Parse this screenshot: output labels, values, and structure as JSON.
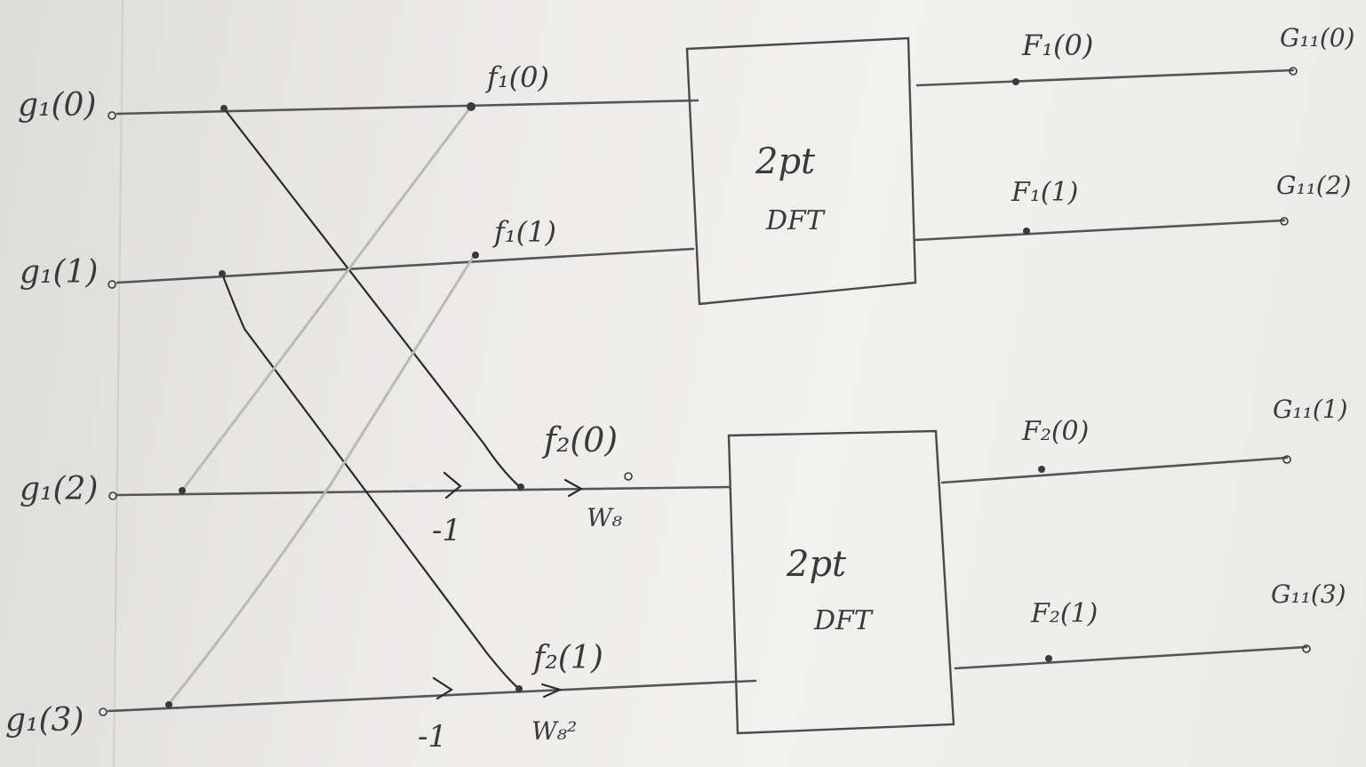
{
  "inputs": [
    "g₁(0)",
    "g₁(1)",
    "g₁(2)",
    "g₁(3)"
  ],
  "intermediate": {
    "f1_0": "f₁(0)",
    "f1_1": "f₁(1)",
    "f2_0": "f₂(0)",
    "f2_1": "f₂(1)"
  },
  "multipliers": {
    "minus_one_a": "-1",
    "minus_one_b": "-1",
    "twiddle_a": "W₈",
    "twiddle_b": "W₈²"
  },
  "dft_blocks": [
    {
      "line1": "2pt",
      "line2": "DFT"
    },
    {
      "line1": "2pt",
      "line2": "DFT"
    }
  ],
  "dft_outputs": [
    "F₁(0)",
    "F₁(1)",
    "F₂(0)",
    "F₂(1)"
  ],
  "final_outputs": [
    "G₁₁(0)",
    "G₁₁(2)",
    "G₁₁(1)",
    "G₁₁(3)"
  ]
}
